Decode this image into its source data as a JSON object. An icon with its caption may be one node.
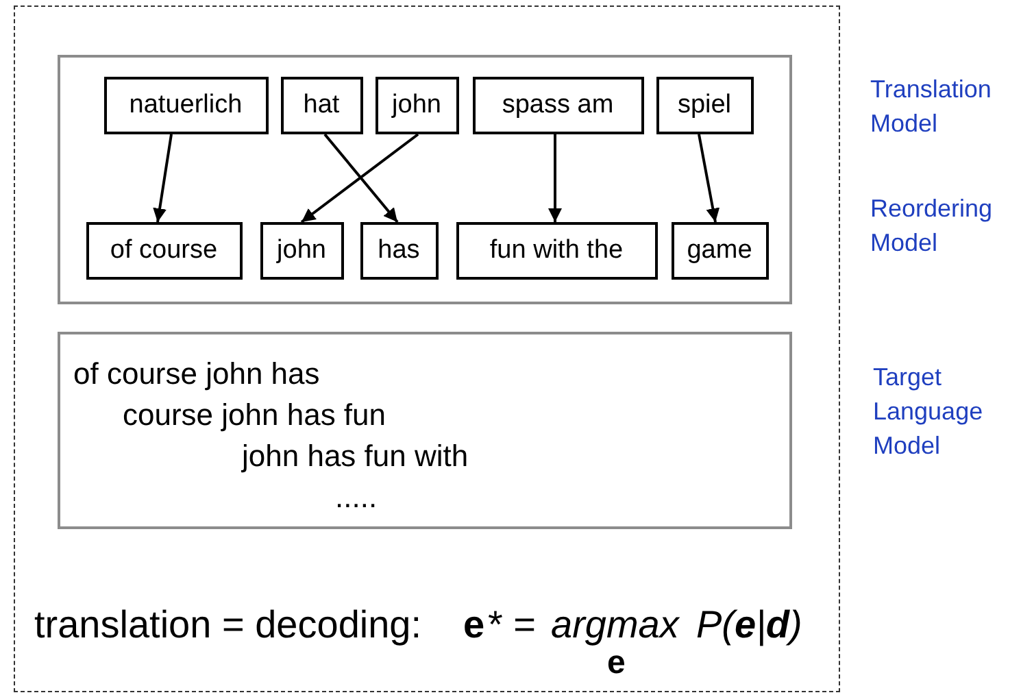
{
  "diagram": {
    "nodes": [
      {
        "text": [],
        "shape": "box"
      },
      {
        "text": [],
        "shape": "box",
        "in": 0
      },
      {
        "text": [
          "natuerlich"
        ],
        "in": 1
      },
      {
        "text": [
          "hat"
        ],
        "in": 1
      },
      {
        "text": [
          "john"
        ],
        "in": 1
      },
      {
        "text": [
          "spass am"
        ],
        "in": 1
      },
      {
        "text": [
          "spiel"
        ],
        "in": 1
      },
      {
        "text": [
          "of course"
        ],
        "in": 1
      },
      {
        "text": [
          "john"
        ],
        "in": 1
      },
      {
        "text": [
          "has"
        ],
        "in": 1
      },
      {
        "text": [
          "fun with the"
        ],
        "in": 1
      },
      {
        "text": [
          "game"
        ],
        "in": 1
      },
      {
        "text": [
          "of course john has",
          "course john has fun",
          "john has fun with",
          "....."
        ],
        "in": 0
      }
    ],
    "edges": [
      {
        "from": 2,
        "to": 7,
        "arrow": "to"
      },
      {
        "from": 3,
        "to": 9,
        "arrow": "to"
      },
      {
        "from": 4,
        "to": 8,
        "arrow": "to"
      },
      {
        "from": 5,
        "to": 10,
        "arrow": "to"
      },
      {
        "from": 6,
        "to": 11,
        "arrow": "to"
      }
    ],
    "labels": [
      "Translation Model",
      "Reordering Model",
      "Target Language Model",
      "translation = decoding:",
      "e",
      "* =",
      "argmax",
      "e",
      "P(**e**|**d**)"
    ]
  }
}
